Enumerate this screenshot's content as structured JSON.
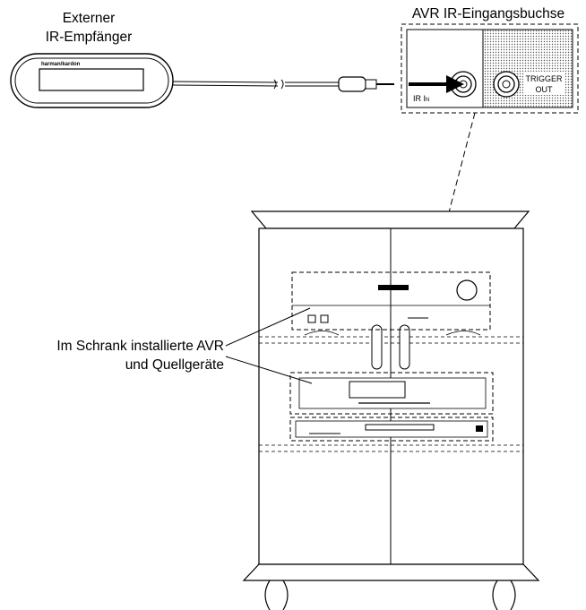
{
  "labels": {
    "receiver_line1": "Externer",
    "receiver_line2": "IR-Empfänger",
    "jack_title": "AVR IR-Eingangsbuchse",
    "cabinet_line1": "Im Schrank installierte AVR",
    "cabinet_line2": "und Quellgeräte",
    "brand": "harman/kardon",
    "ir_in_main": "IR I",
    "ir_in_sub": "N",
    "trigger_line1": "TRIGGER",
    "trigger_line2": "OUT"
  }
}
